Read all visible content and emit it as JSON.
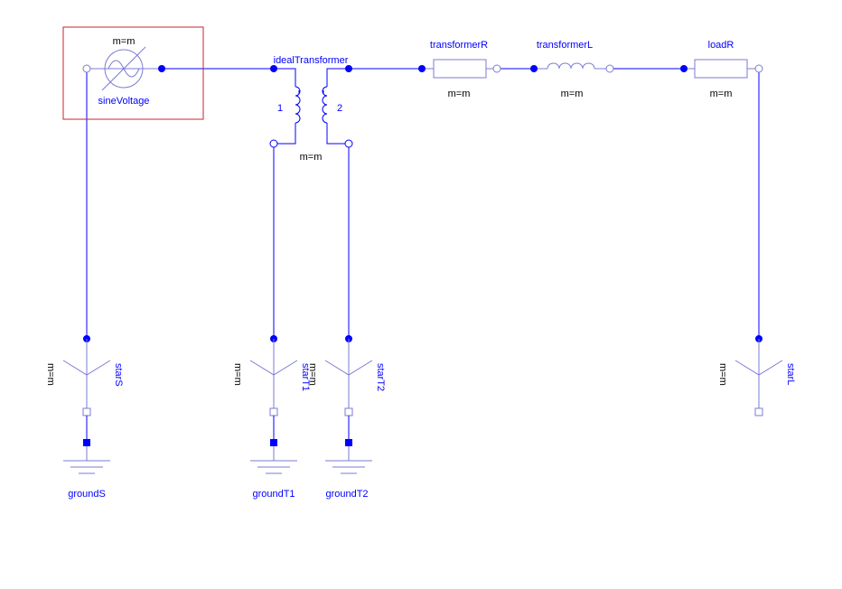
{
  "diagram": {
    "components": {
      "sine_voltage": {
        "name": "sineVoltage",
        "param": "m=m"
      },
      "ideal_transformer": {
        "name": "idealTransformer",
        "param": "m=m",
        "winding1": "1",
        "winding2": "2"
      },
      "transformer_r": {
        "name": "transformerR",
        "param": "m=m"
      },
      "transformer_l": {
        "name": "transformerL",
        "param": "m=m"
      },
      "load_r": {
        "name": "loadR",
        "param": "m=m"
      },
      "star_s": {
        "name": "starS",
        "param": "m=m"
      },
      "star_t1": {
        "name": "starT1",
        "param": "m=m"
      },
      "star_t2": {
        "name": "starT2",
        "param": "m=m"
      },
      "star_l": {
        "name": "starL",
        "param": "m=m"
      },
      "ground_s": {
        "name": "groundS"
      },
      "ground_t1": {
        "name": "groundT1"
      },
      "ground_t2": {
        "name": "groundT2"
      }
    },
    "colors": {
      "wire": "#0000ff",
      "symbol": "#0000ff",
      "selection": "#c8232c",
      "parameter_text": "#000000"
    }
  }
}
